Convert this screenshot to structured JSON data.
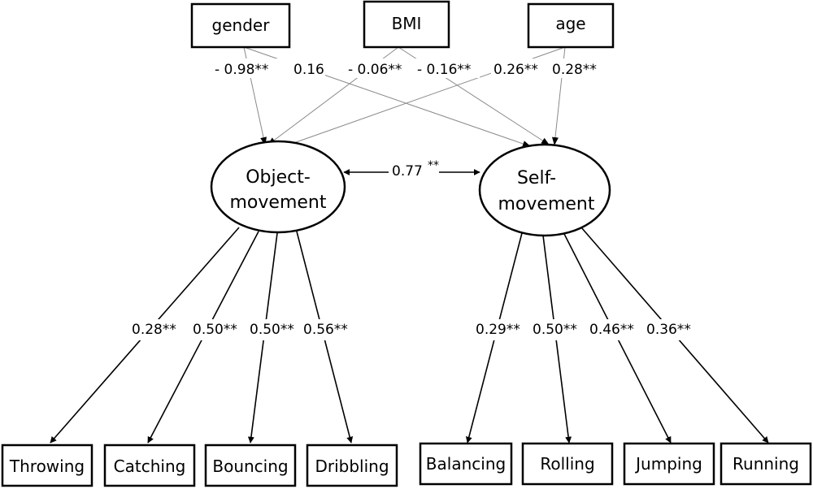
{
  "observed_top": {
    "gender": "gender",
    "bmi": "BMI",
    "age": "age"
  },
  "latent": {
    "object_line1": "Object-",
    "object_line2": "movement",
    "self_line1": "Self-",
    "self_line2": "movement"
  },
  "covariance": {
    "value": "0.77",
    "sig": "**"
  },
  "top_paths": {
    "gender_object": "- 0.98**",
    "gender_self": "0.16",
    "bmi_object": "- 0.06**",
    "bmi_self": "- 0.16**",
    "age_object": "0.26**",
    "age_self": "0.28**"
  },
  "loadings": {
    "throwing": "0.28**",
    "catching": "0.50**",
    "bouncing": "0.50**",
    "dribbling": "0.56**",
    "balancing": "0.29**",
    "rolling": "0.50**",
    "jumping": "0.46**",
    "running": "0.36**"
  },
  "indicators": {
    "throwing": "Throwing",
    "catching": "Catching",
    "bouncing": "Bouncing",
    "dribbling": "Dribbling",
    "balancing": "Balancing",
    "rolling": "Rolling",
    "jumping": "Jumping",
    "running": "Running"
  }
}
